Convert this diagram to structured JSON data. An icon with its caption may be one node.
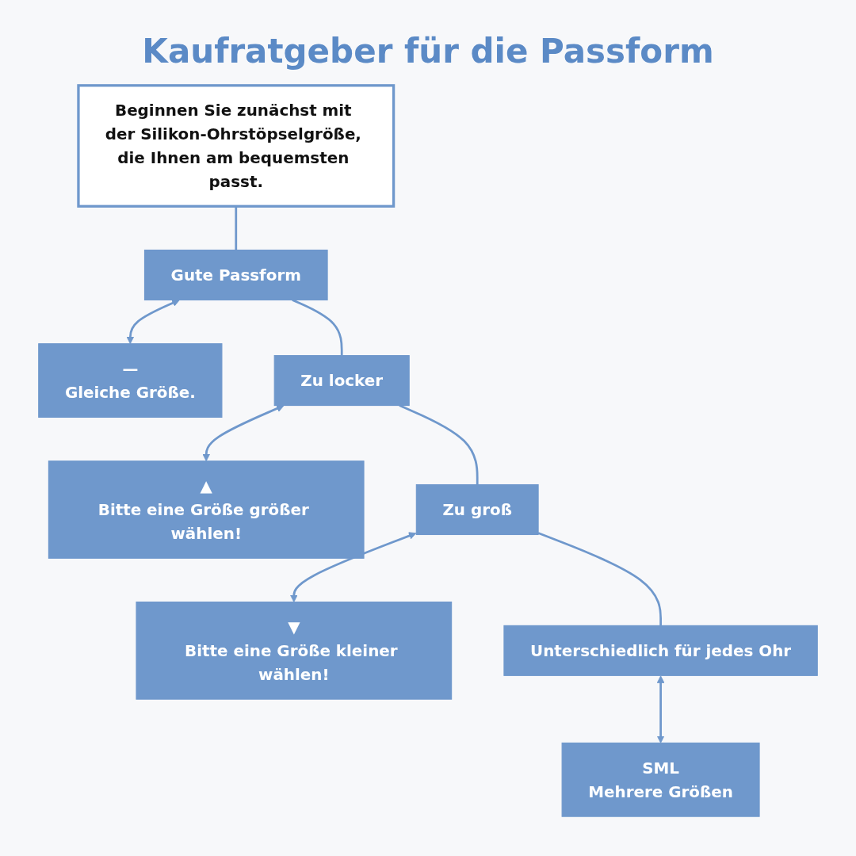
{
  "diagram": {
    "title": "Kaufratgeber für die Passform",
    "nodes": [
      {
        "text": [
          "Beginnen Sie zunächst mit der Silikon-Ohrstöpselgröße, die Ihnen am bequemsten passt."
        ]
      },
      {
        "text": [
          "Gute Passform"
        ]
      },
      {
        "text": [
          "—",
          "Gleiche Größe."
        ]
      },
      {
        "text": [
          "Zu locker"
        ]
      },
      {
        "text": [
          "▲",
          "Bitte eine Größe größer wählen!"
        ]
      },
      {
        "text": [
          "Zu groß"
        ]
      },
      {
        "text": [
          "▼",
          "Bitte eine Größe kleiner wählen!"
        ]
      },
      {
        "text": [
          "Unterschiedlich für jedes Ohr"
        ]
      },
      {
        "text": [
          "SML",
          "Mehrere Größen"
        ]
      }
    ],
    "edges": [
      {
        "from": 0,
        "to": 1,
        "arrow": "none"
      },
      {
        "from": 1,
        "to": 2,
        "arrow": "both"
      },
      {
        "from": 1,
        "to": 3,
        "arrow": "none"
      },
      {
        "from": 3,
        "to": 4,
        "arrow": "both"
      },
      {
        "from": 3,
        "to": 5,
        "arrow": "none"
      },
      {
        "from": 5,
        "to": 6,
        "arrow": "both"
      },
      {
        "from": 5,
        "to": 7,
        "arrow": "none"
      },
      {
        "from": 7,
        "to": 8,
        "arrow": "both"
      }
    ]
  }
}
